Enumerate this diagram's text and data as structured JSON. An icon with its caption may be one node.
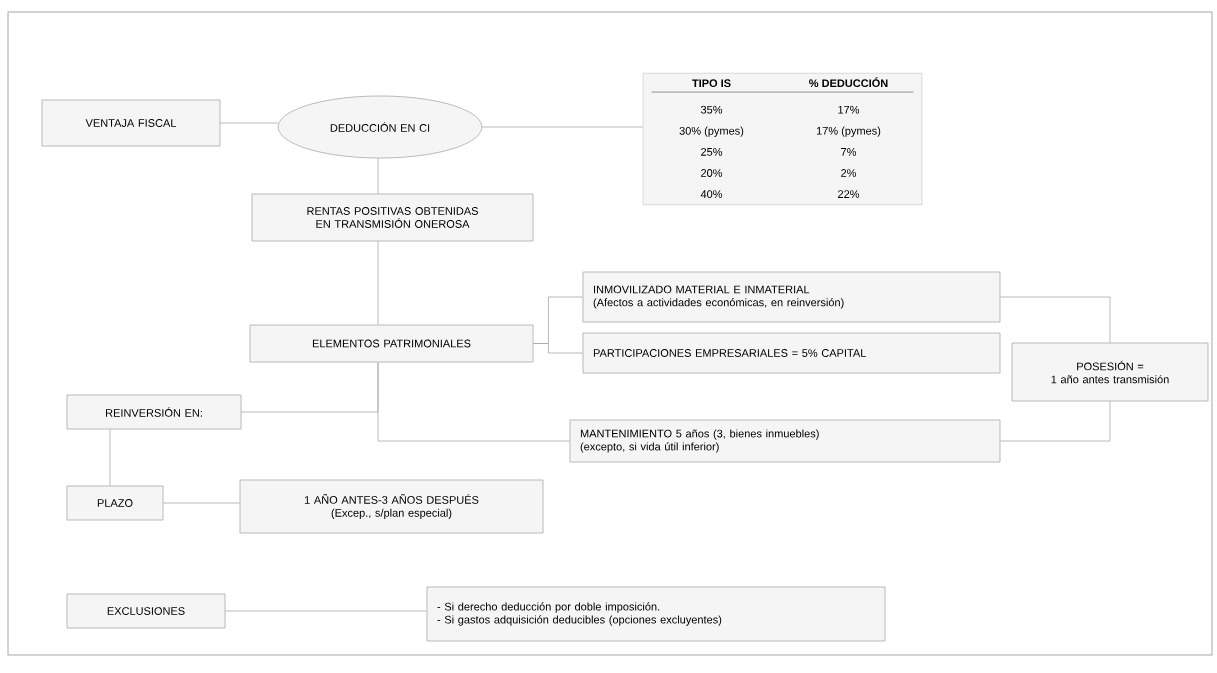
{
  "diagram": {
    "nodes": [
      {
        "text": [
          "VENTAJA FISCAL"
        ]
      },
      {
        "text": [
          "DEDUCCIÓN EN CI"
        ]
      },
      {
        "text": [
          "TIPO IS",
          "% DEDUCCIÓN",
          "35%",
          "17%",
          "30% (pymes)",
          "17% (pymes)",
          "25%",
          "7%",
          "20%",
          "2%",
          "40%",
          "22%"
        ]
      },
      {
        "text": [
          "RENTAS POSITIVAS OBTENIDAS EN TRANSMISIÓN ONEROSA"
        ]
      },
      {
        "text": [
          "ELEMENTOS PATRIMONIALES"
        ]
      },
      {
        "text": [
          "INMOVILIZADO MATERIAL E INMATERIAL",
          "(Afectos a actividades económicas, en reinversión)"
        ]
      },
      {
        "text": [
          "PARTICIPACIONES EMPRESARIALES = 5% CAPITAL"
        ]
      },
      {
        "text": [
          "POSESIÓN =",
          "1 año antes transmisión"
        ]
      },
      {
        "text": [
          "REINVERSIÓN EN:"
        ]
      },
      {
        "text": [
          "MANTENIMIENTO 5 años (3, bienes inmuebles)",
          "(excepto, si vida útil inferior)"
        ]
      },
      {
        "text": [
          "PLAZO"
        ]
      },
      {
        "text": [
          "1 AÑO ANTES-3 AÑOS DESPUÉS",
          "(Excep., s/plan especial)"
        ]
      },
      {
        "text": [
          "EXCLUSIONES"
        ]
      },
      {
        "text": [
          "- Si derecho deducción por doble imposición.",
          "- Si gastos adquisición deducibles (opciones excluyentes)"
        ]
      }
    ],
    "edges": [
      {
        "from": 0,
        "to": 1,
        "arrow": "none"
      },
      {
        "from": 1,
        "to": 2,
        "arrow": "none"
      },
      {
        "from": 1,
        "to": 3,
        "arrow": "none"
      },
      {
        "from": 3,
        "to": 4,
        "arrow": "none"
      },
      {
        "from": 4,
        "to": 5,
        "arrow": "none"
      },
      {
        "from": 4,
        "to": 6,
        "arrow": "none"
      },
      {
        "from": 4,
        "to": 9,
        "arrow": "none"
      },
      {
        "from": 8,
        "to": 4,
        "arrow": "none"
      },
      {
        "from": 8,
        "to": 10,
        "arrow": "none"
      },
      {
        "from": 10,
        "to": 11,
        "arrow": "none"
      },
      {
        "from": 12,
        "to": 13,
        "arrow": "none"
      },
      {
        "from": 5,
        "to": 7,
        "arrow": "none"
      },
      {
        "from": 9,
        "to": 7,
        "arrow": "none"
      }
    ]
  }
}
